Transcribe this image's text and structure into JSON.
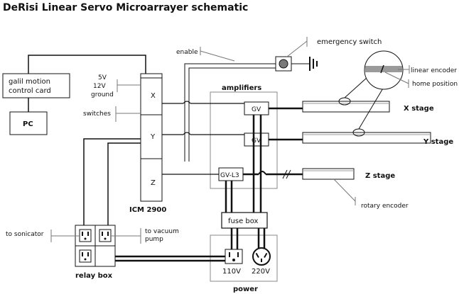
{
  "title": "DeRisi Linear Servo Microarrayer schematic",
  "labels": {
    "galil_line1": "galil motion",
    "galil_line2": "control card",
    "pc": "PC",
    "v5": "5V",
    "v12": "12V",
    "ground": "ground",
    "switches": "switches",
    "icm": "ICM 2900",
    "enable": "enable",
    "emergency": "emergency switch",
    "amplifiers": "amplifiers",
    "linear_encoder": "linear encoder",
    "home_position": "home position",
    "x_stage": "X stage",
    "y_stage": "Y stage",
    "z_stage": "Z stage",
    "rotary_encoder": "rotary encoder",
    "to_sonicator": "to sonicator",
    "to_vacuum_1": "to vacuum",
    "to_vacuum_2": "pump",
    "fuse_box": "fuse box",
    "relay_box": "relay box",
    "v110": "110V",
    "v220": "220V",
    "power": "power",
    "icm_x": "X",
    "icm_y": "Y",
    "icm_z": "Z",
    "gv_x": "GV",
    "gv_y": "GV",
    "gv_z": "GV-L3"
  }
}
